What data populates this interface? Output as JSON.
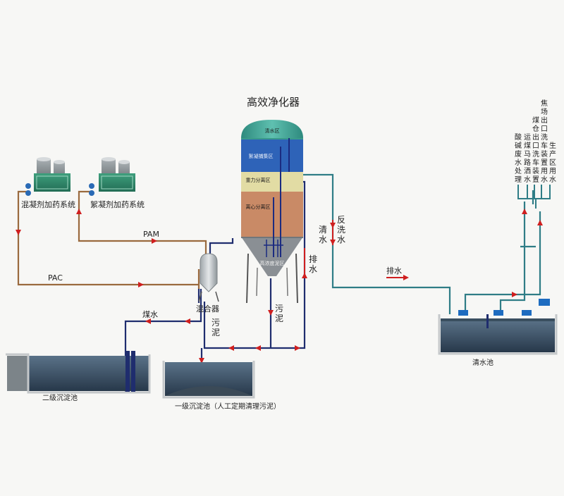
{
  "diagram": {
    "title": "高效净化器",
    "vessel_zones": [
      "清水区",
      "絮凝捕集区",
      "重力分离区",
      "离心分离区",
      "高浓度泥区"
    ],
    "dosing": {
      "mixing": "混凝剂加药系统",
      "flocculant": "絮凝剂加药系统"
    },
    "chemicals": {
      "pam": "PAM",
      "pac": "PAC"
    },
    "mixer_label": "混合器",
    "flows": {
      "coal_water": "煤水",
      "sludge": "污泥",
      "clean_water": "清水",
      "backwash": "反洗水",
      "drain": "排水",
      "drain_out": "排水"
    },
    "tanks": {
      "secondary": "二级沉淀池",
      "primary": "一级沉淀池（人工定期清理污泥）",
      "clean": "清水池"
    },
    "reuse_columns": [
      "酸碱废水处理",
      "运煤马路洒水",
      "煤仓出口洗车装置",
      "焦场出口洗车装置用水",
      "生产区用水"
    ],
    "colors": {
      "pipe_brown": "#9a6a3e",
      "pipe_navy": "#1f2d6e",
      "pipe_teal": "#2f7d86",
      "arrow_red": "#cf1f1f"
    }
  }
}
